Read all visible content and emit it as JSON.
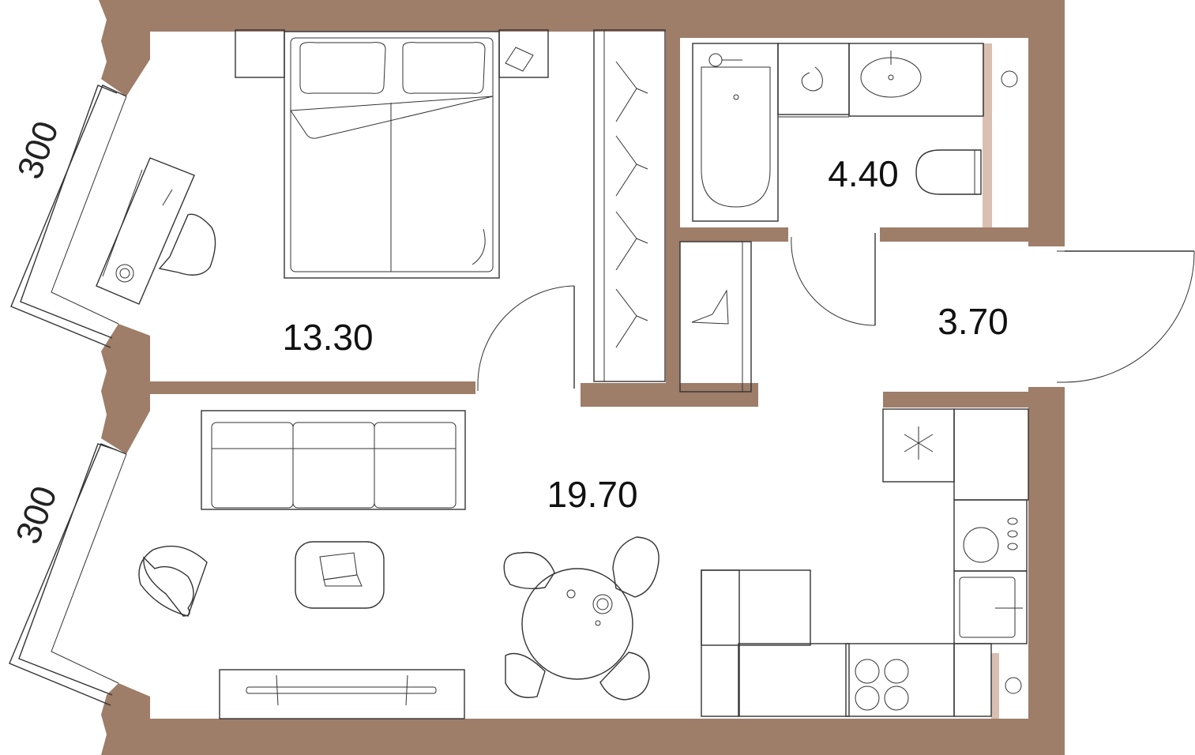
{
  "plan": {
    "rooms": [
      {
        "id": "bedroom",
        "area": "13.30"
      },
      {
        "id": "bathroom",
        "area": "4.40"
      },
      {
        "id": "hallway",
        "area": "3.70"
      },
      {
        "id": "living-kitchen",
        "area": "19.70"
      }
    ],
    "dimensions": [
      {
        "id": "upper-window",
        "value": "300"
      },
      {
        "id": "lower-window",
        "value": "300"
      }
    ],
    "colors": {
      "wall": "#9e7d69",
      "wall_light": "#d9bfb1",
      "line": "#333333",
      "background": "#ffffff"
    }
  }
}
